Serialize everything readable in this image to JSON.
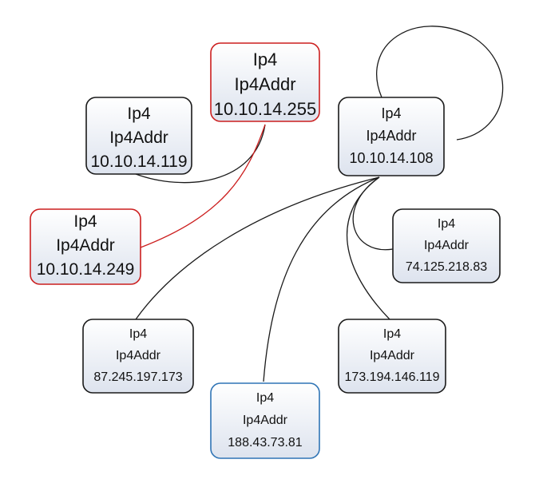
{
  "colors": {
    "default_border": "#1a1a1a",
    "red_border": "#cc1f1f",
    "blue_border": "#2f74b5",
    "node_fill_top": "#ffffff",
    "node_fill_bottom": "#dde3ee",
    "edge_default": "#1a1a1a",
    "edge_red": "#cc1f1f"
  },
  "nodes": [
    {
      "id": "n255",
      "label_type": "Ip4",
      "label_class": "Ip4Addr",
      "label_addr": "10.10.14.255",
      "border": "red"
    },
    {
      "id": "n119",
      "label_type": "Ip4",
      "label_class": "Ip4Addr",
      "label_addr": "10.10.14.119",
      "border": "default"
    },
    {
      "id": "n108",
      "label_type": "Ip4",
      "label_class": "Ip4Addr",
      "label_addr": "10.10.14.108",
      "border": "default"
    },
    {
      "id": "n249",
      "label_type": "Ip4",
      "label_class": "Ip4Addr",
      "label_addr": "10.10.14.249",
      "border": "red"
    },
    {
      "id": "n74",
      "label_type": "Ip4",
      "label_class": "Ip4Addr",
      "label_addr": "74.125.218.83",
      "border": "default"
    },
    {
      "id": "n87",
      "label_type": "Ip4",
      "label_class": "Ip4Addr",
      "label_addr": "87.245.197.173",
      "border": "default"
    },
    {
      "id": "n173",
      "label_type": "Ip4",
      "label_class": "Ip4Addr",
      "label_addr": "173.194.146.119",
      "border": "default"
    },
    {
      "id": "n188",
      "label_type": "Ip4",
      "label_class": "Ip4Addr",
      "label_addr": "188.43.73.81",
      "border": "blue"
    }
  ],
  "edges": [
    {
      "from": "n108",
      "to": "n108",
      "color": "default"
    },
    {
      "from": "n119",
      "to": "n255",
      "color": "default"
    },
    {
      "from": "n249",
      "to": "n255",
      "color": "red"
    },
    {
      "from": "n108",
      "to": "n74",
      "color": "default"
    },
    {
      "from": "n108",
      "to": "n87",
      "color": "default"
    },
    {
      "from": "n108",
      "to": "n173",
      "color": "default"
    },
    {
      "from": "n108",
      "to": "n188",
      "color": "default"
    }
  ]
}
